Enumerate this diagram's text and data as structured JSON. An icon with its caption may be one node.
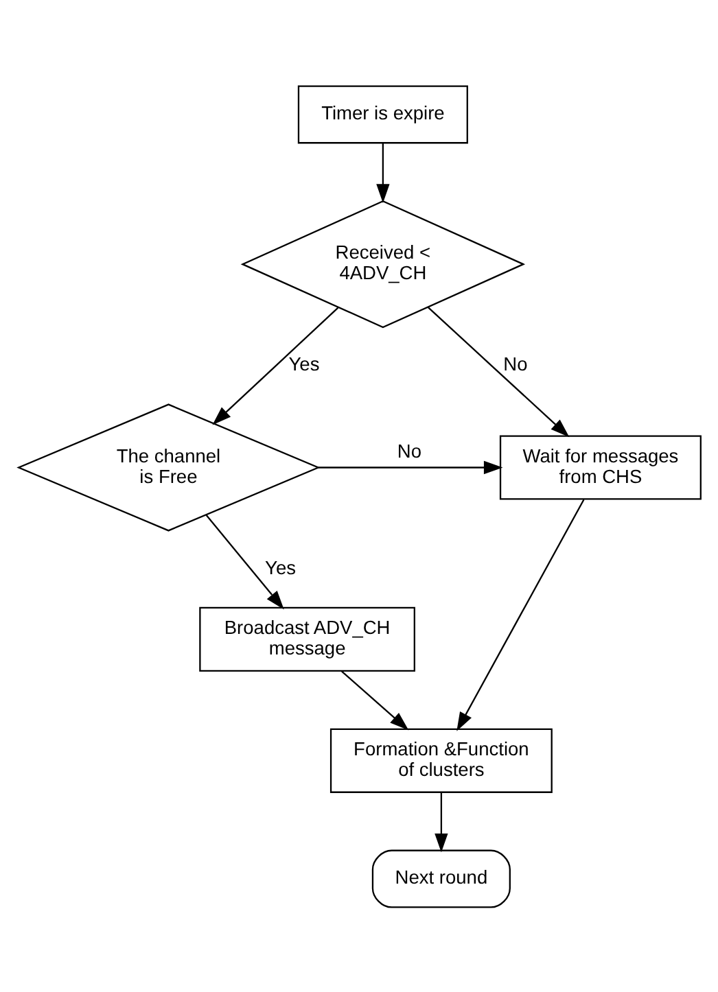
{
  "diagram": {
    "nodes": [
      {
        "text": [
          "Timer is expire"
        ]
      },
      {
        "text": [
          "Received < 4ADV_CH"
        ]
      },
      {
        "text": [
          "The channel is Free"
        ]
      },
      {
        "text": [
          "Wait for messages from CHS"
        ]
      },
      {
        "text": [
          "Broadcast ADV_CH message"
        ]
      },
      {
        "text": [
          "Formation &Function of clusters"
        ]
      },
      {
        "text": [
          "Next round"
        ]
      }
    ],
    "edges": [
      {
        "from": 0,
        "to": 1,
        "arrow": "to"
      },
      {
        "from": 1,
        "to": 2,
        "arrow": "to",
        "label": "Yes"
      },
      {
        "from": 1,
        "to": 3,
        "arrow": "to",
        "label": "No"
      },
      {
        "from": 2,
        "to": 3,
        "arrow": "to",
        "label": "No"
      },
      {
        "from": 2,
        "to": 4,
        "arrow": "to",
        "label": "Yes"
      },
      {
        "from": 4,
        "to": 5,
        "arrow": "to"
      },
      {
        "from": 3,
        "to": 5,
        "arrow": "to"
      },
      {
        "from": 5,
        "to": 6,
        "arrow": "to"
      }
    ]
  }
}
